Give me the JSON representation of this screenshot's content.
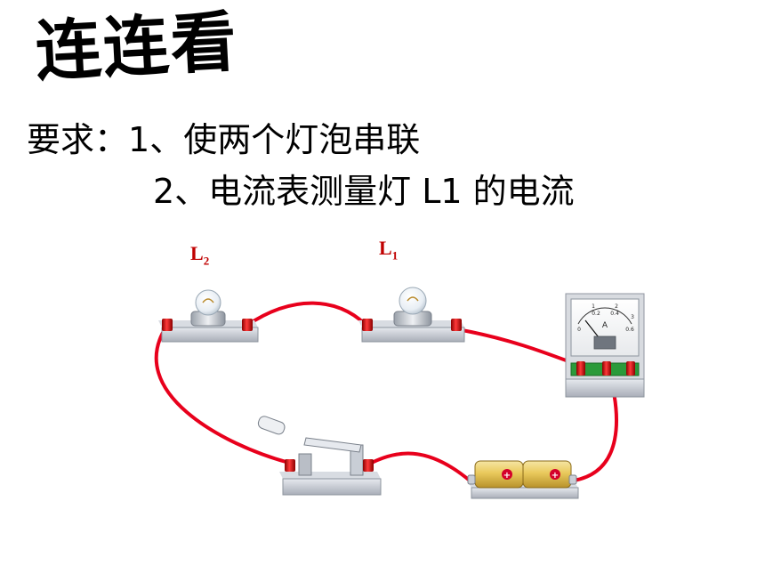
{
  "title": "连连看",
  "requirements": {
    "prefix": "要求：",
    "item1": "1、使两个灯泡串联",
    "item2": "2、电流表测量灯 L1 的电流"
  },
  "labels": {
    "l2_main": "L",
    "l2_sub": "2",
    "l1_main": "L",
    "l1_sub": "1"
  },
  "ammeter": {
    "unit": "A",
    "scale_ticks": [
      "0",
      "0.2",
      "0.4",
      "0.6",
      "1",
      "2",
      "3"
    ]
  },
  "battery": {
    "cell1_symbol": "+",
    "cell2_symbol": "+"
  },
  "colors": {
    "wire": "#e8001c",
    "label": "#c00000",
    "terminal": "#cc0000",
    "base": "#c8ccd4"
  }
}
